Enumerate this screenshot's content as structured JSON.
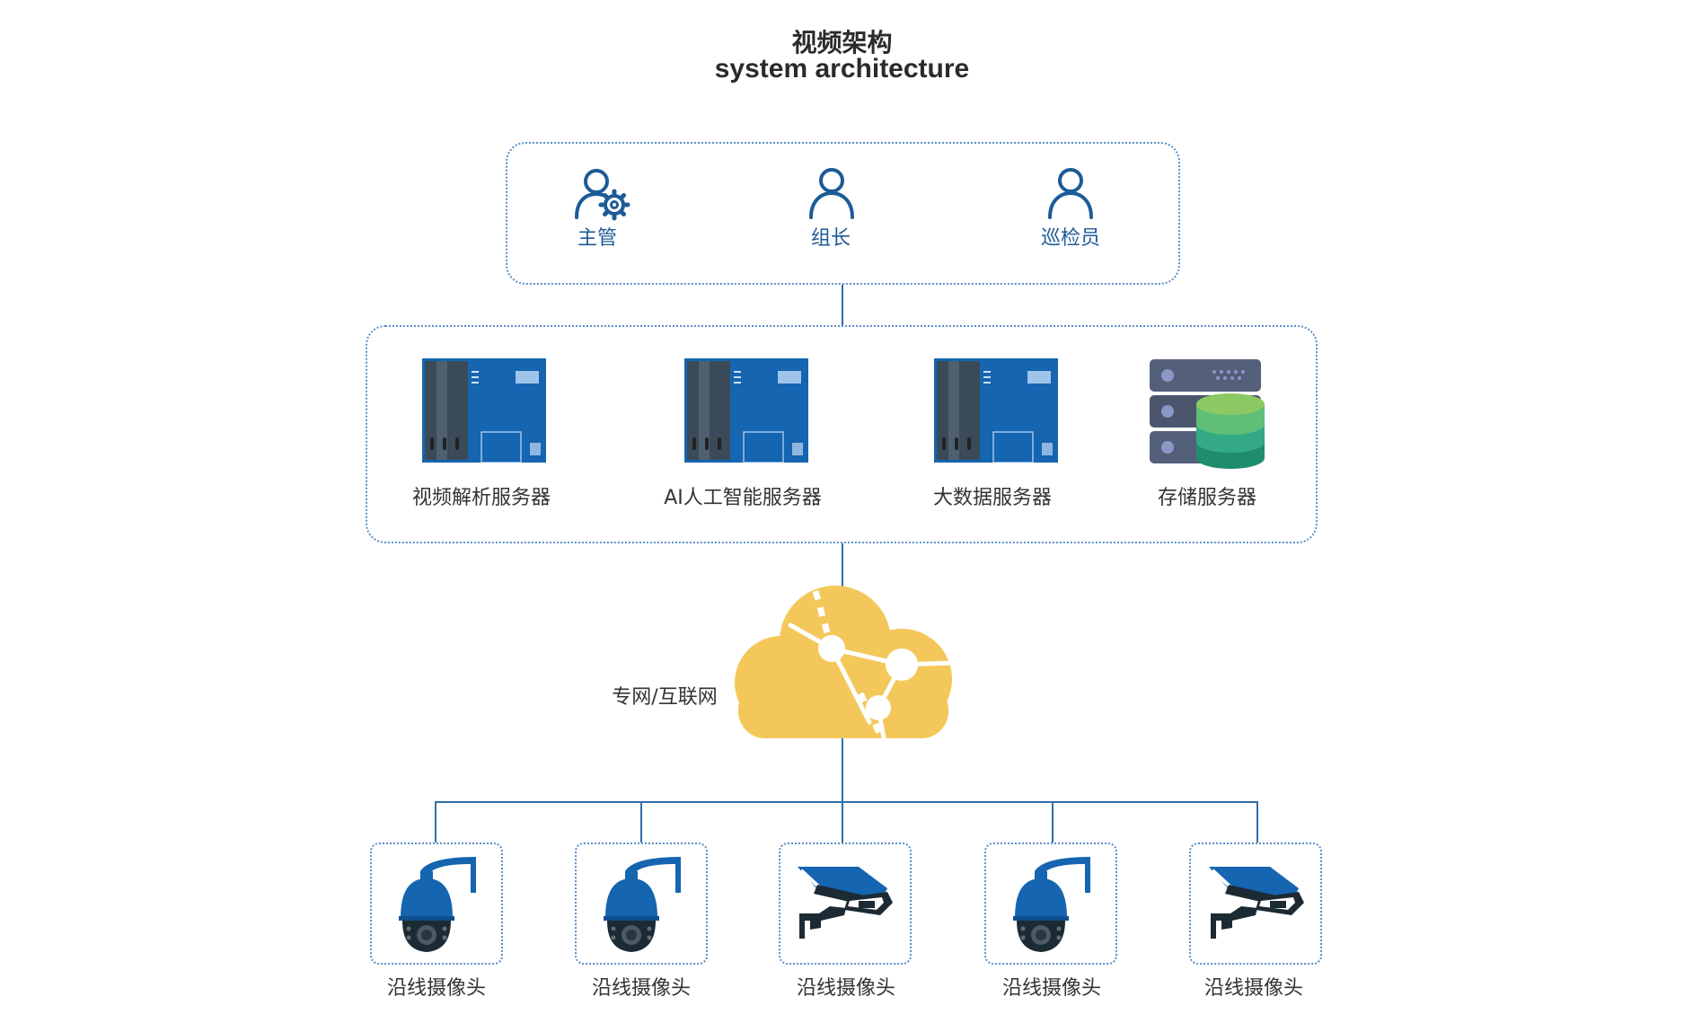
{
  "title": {
    "cn": "视频架构",
    "en": "system architecture"
  },
  "roles": [
    {
      "label": "主管",
      "icon": "user-gear-icon"
    },
    {
      "label": "组长",
      "icon": "user-icon"
    },
    {
      "label": "巡检员",
      "icon": "user-icon"
    }
  ],
  "servers": [
    {
      "label": "视频解析服务器",
      "icon": "server-icon"
    },
    {
      "label": "AI人工智能服务器",
      "icon": "server-icon"
    },
    {
      "label": "大数据服务器",
      "icon": "server-icon"
    },
    {
      "label": "存储服务器",
      "icon": "database-storage-icon"
    }
  ],
  "network": {
    "label": "专网/互联网",
    "icon": "cloud-network-icon"
  },
  "cameras": [
    {
      "label": "沿线摄像头",
      "icon": "dome-camera-icon"
    },
    {
      "label": "沿线摄像头",
      "icon": "dome-camera-icon"
    },
    {
      "label": "沿线摄像头",
      "icon": "bullet-camera-icon"
    },
    {
      "label": "沿线摄像头",
      "icon": "dome-camera-icon"
    },
    {
      "label": "沿线摄像头",
      "icon": "bullet-camera-icon"
    }
  ],
  "colors": {
    "accent": "#1565b0",
    "line": "#2f6fa8",
    "cloud": "#f3c75a",
    "role_text": "#1d5b97"
  }
}
